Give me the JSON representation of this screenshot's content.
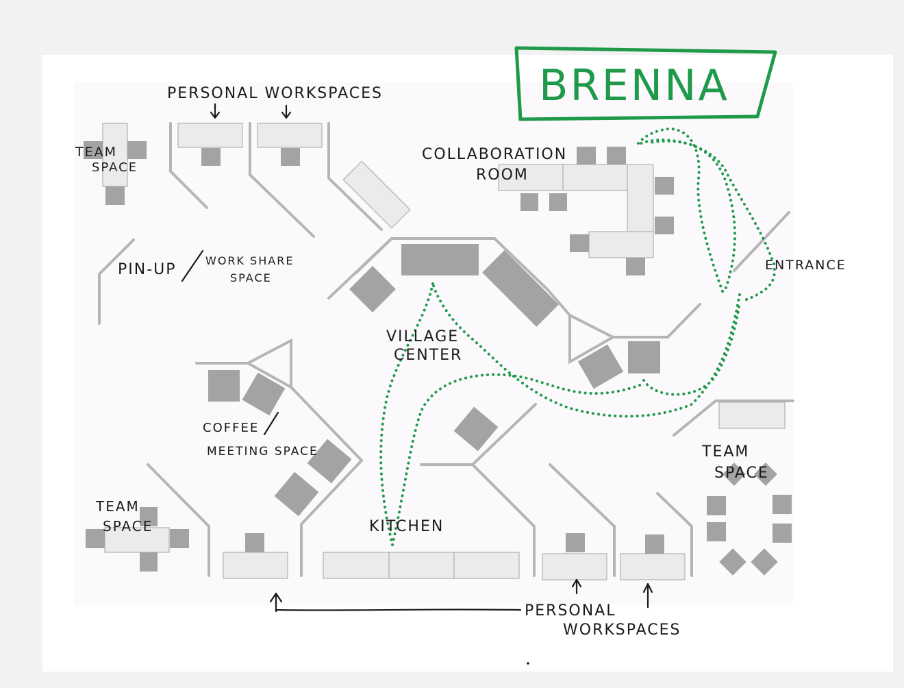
{
  "title": "BRENNA",
  "title_color": "#1f9a4a",
  "path_color": "#1f9a4a",
  "labels": {
    "personal_workspaces_top": "PERSONAL WORKSPACES",
    "team_space_top_left_1": "TEAM",
    "team_space_top_left_2": "SPACE",
    "collaboration_room_1": "COLLABORATION",
    "collaboration_room_2": "ROOM",
    "pin_up": "PIN-UP",
    "work_share_1": "WORK SHARE",
    "work_share_2": "SPACE",
    "entrance": "ENTRANCE",
    "village_center_1": "VILLAGE",
    "village_center_2": "CENTER",
    "coffee": "COFFEE",
    "meeting_space": "MEETING SPACE",
    "team_space_right_1": "TEAM",
    "team_space_right_2": "SPACE",
    "team_space_bottom_left_1": "TEAM",
    "team_space_bottom_left_2": "SPACE",
    "kitchen": "KITCHEN",
    "personal_workspaces_bottom_1": "PERSONAL",
    "personal_workspaces_bottom_2": "WORKSPACES"
  }
}
